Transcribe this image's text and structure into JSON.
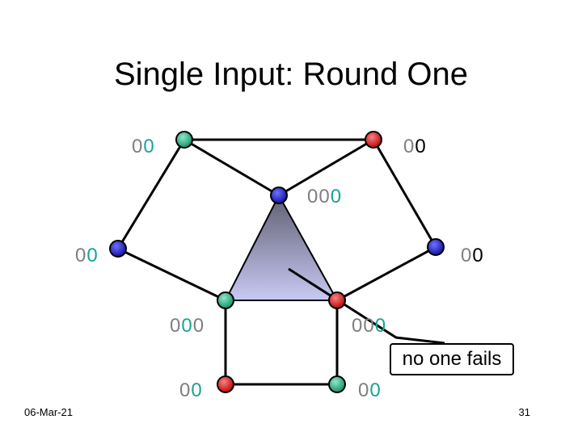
{
  "title": "Single Input: Round One",
  "labels": [
    {
      "digits": [
        "0",
        "0"
      ],
      "colors": [
        "grey",
        "teal"
      ]
    },
    {
      "digits": [
        "0",
        "0"
      ],
      "colors": [
        "grey",
        "black"
      ]
    },
    {
      "digits": [
        "0",
        "0",
        "0"
      ],
      "colors": [
        "grey",
        "grey",
        "teal"
      ]
    },
    {
      "digits": [
        "0",
        "0"
      ],
      "colors": [
        "grey",
        "teal"
      ]
    },
    {
      "digits": [
        "0",
        "0"
      ],
      "colors": [
        "grey",
        "black"
      ]
    },
    {
      "digits": [
        "0",
        "0",
        "0"
      ],
      "colors": [
        "grey",
        "teal",
        "grey"
      ]
    },
    {
      "digits": [
        "0",
        "0",
        "0"
      ],
      "colors": [
        "grey",
        "grey",
        "teal"
      ]
    },
    {
      "digits": [
        "0",
        "0"
      ],
      "colors": [
        "grey",
        "teal"
      ]
    },
    {
      "digits": [
        "0",
        "0"
      ],
      "colors": [
        "grey",
        "teal"
      ]
    }
  ],
  "callout": "no one fails",
  "footer": {
    "date": "06-Mar-21",
    "page": "31"
  },
  "node_colors": {
    "green": "#1aa37a",
    "red": "#e00000",
    "blue": "#1a1ad0"
  },
  "digit_colors": {
    "grey": "#7f7f7f",
    "teal": "#1aa39a",
    "black": "#000000"
  }
}
